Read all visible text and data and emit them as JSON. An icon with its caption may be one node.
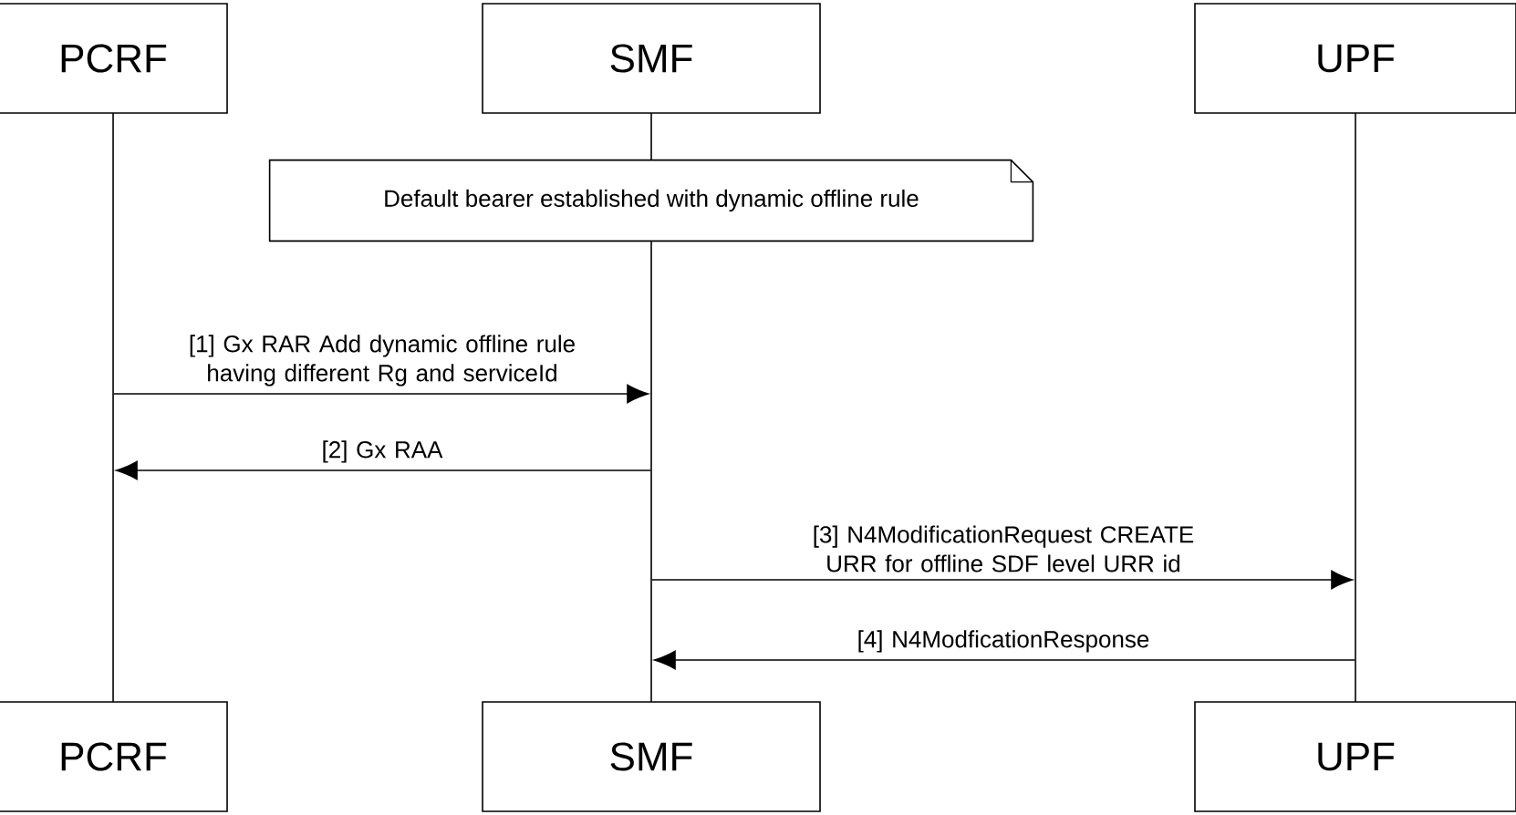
{
  "diagram": {
    "nodes": [
      {
        "text": [
          "PCRF"
        ]
      },
      {
        "text": [
          "SMF"
        ]
      },
      {
        "text": [
          "UPF"
        ]
      },
      {
        "text": [],
        "shape": "line"
      },
      {
        "text": [],
        "shape": "line"
      },
      {
        "text": [],
        "shape": "line"
      },
      {
        "text": [
          "Default bearer established with dynamic offline rule"
        ]
      },
      {
        "text": [],
        "shape": "line"
      },
      {
        "text": [
          "PCRF"
        ]
      },
      {
        "text": [
          "SMF"
        ]
      },
      {
        "text": [
          "UPF"
        ]
      }
    ],
    "edges": [
      {
        "from": 3,
        "to": 7,
        "arrow": "to",
        "label": "[1] Gx RAR Add dynamic offline rule having different Rg and serviceId"
      },
      {
        "from": 7,
        "to": 3,
        "arrow": "to",
        "label": "[2] Gx RAA"
      },
      {
        "from": 7,
        "to": 5,
        "arrow": "to",
        "label": "[3] N4ModificationRequest CREATE URR for offline SDF level URR id"
      },
      {
        "from": 5,
        "to": 7,
        "arrow": "to",
        "label": "[4] N4ModficationResponse"
      }
    ]
  }
}
